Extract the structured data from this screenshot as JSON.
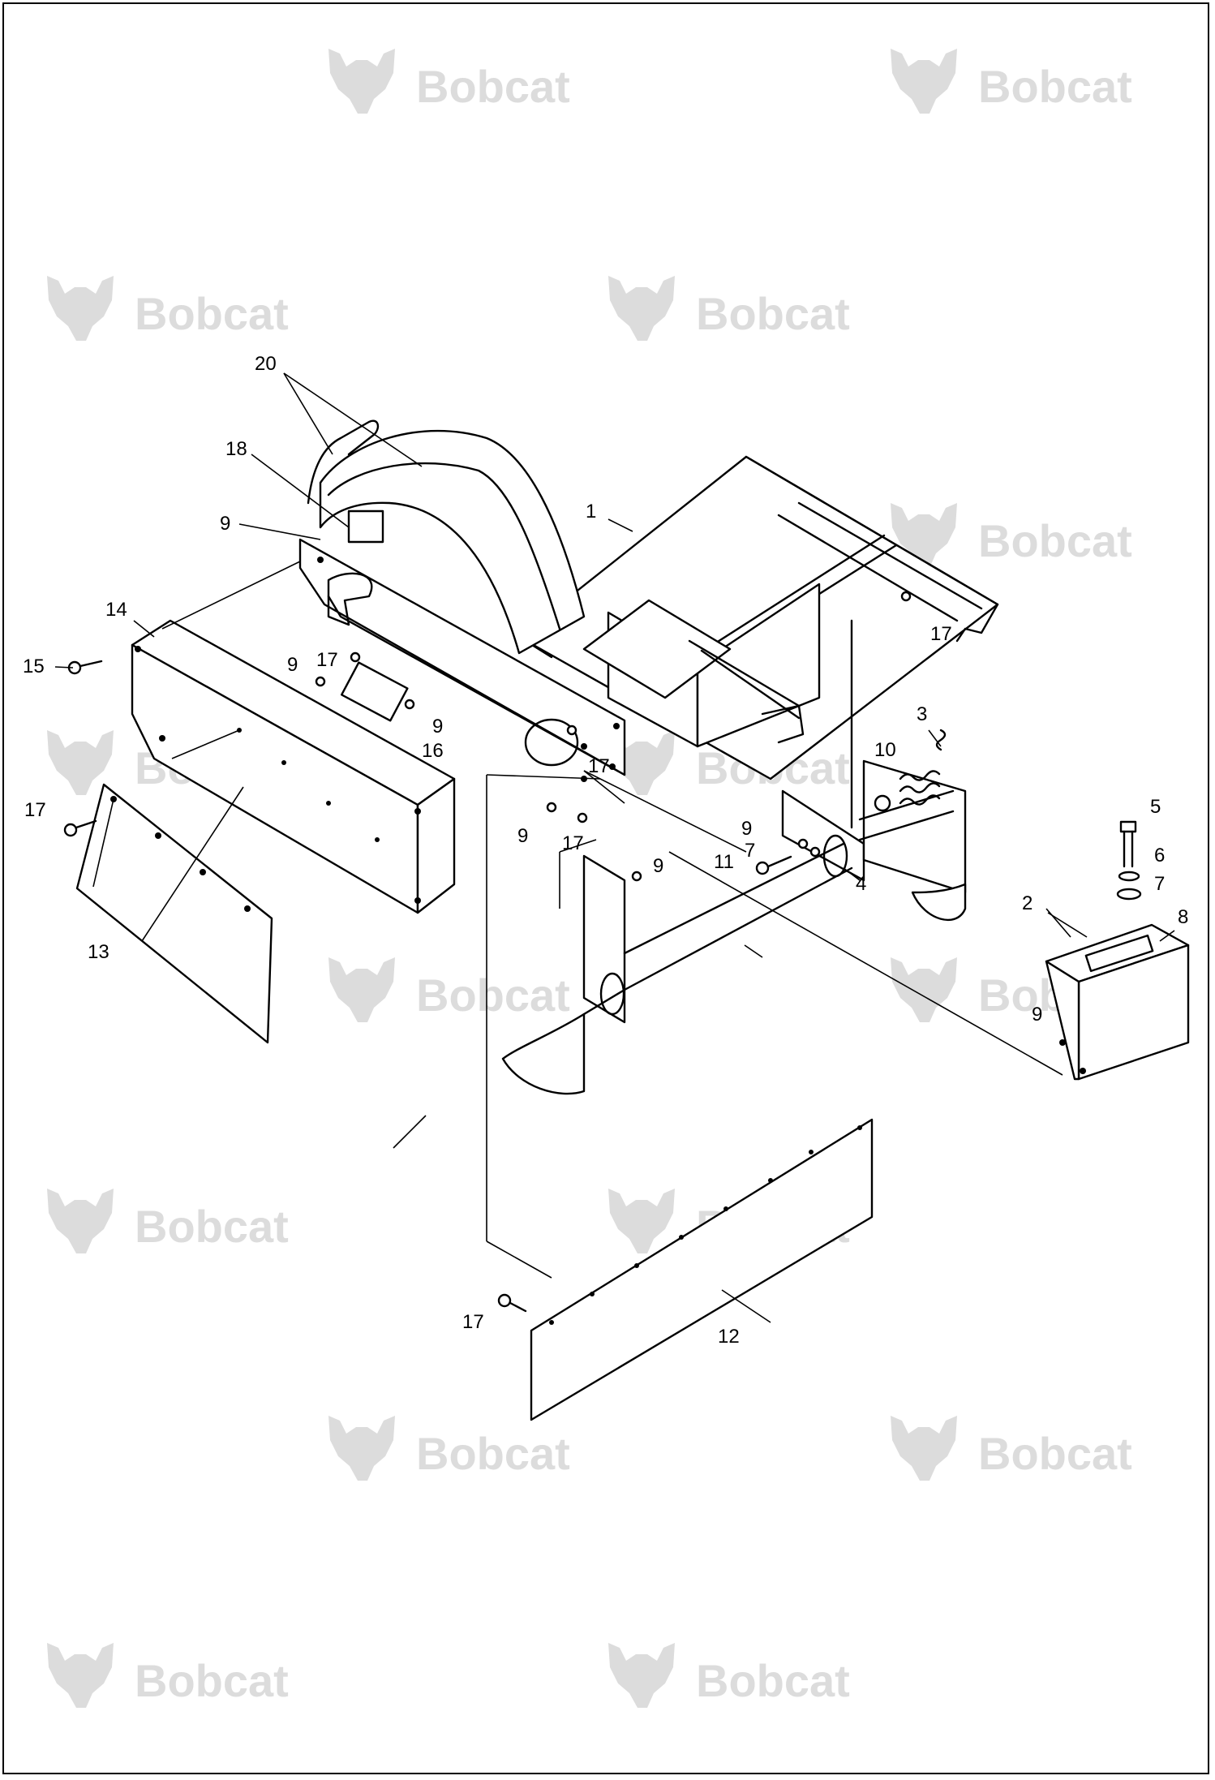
{
  "watermark": {
    "brand": "Bobcat",
    "color": "#dcdcdc",
    "icon": "bobcat-head-logo"
  },
  "callouts": [
    {
      "id": "c20",
      "label": "20"
    },
    {
      "id": "c18",
      "label": "18"
    },
    {
      "id": "c9a",
      "label": "9"
    },
    {
      "id": "c1",
      "label": "1"
    },
    {
      "id": "c14",
      "label": "14"
    },
    {
      "id": "c15",
      "label": "15"
    },
    {
      "id": "c9b",
      "label": "9"
    },
    {
      "id": "c17a",
      "label": "17"
    },
    {
      "id": "c9c",
      "label": "9"
    },
    {
      "id": "c16",
      "label": "16"
    },
    {
      "id": "c17b",
      "label": "17"
    },
    {
      "id": "c17c",
      "label": "17"
    },
    {
      "id": "c3",
      "label": "3"
    },
    {
      "id": "c10",
      "label": "10"
    },
    {
      "id": "c17d",
      "label": "17"
    },
    {
      "id": "c9d",
      "label": "9"
    },
    {
      "id": "c17e",
      "label": "17"
    },
    {
      "id": "c9e",
      "label": "9"
    },
    {
      "id": "c7a",
      "label": "7"
    },
    {
      "id": "c11",
      "label": "11"
    },
    {
      "id": "c4",
      "label": "4"
    },
    {
      "id": "c9f",
      "label": "9"
    },
    {
      "id": "c5",
      "label": "5"
    },
    {
      "id": "c6",
      "label": "6"
    },
    {
      "id": "c7b",
      "label": "7"
    },
    {
      "id": "c2",
      "label": "2"
    },
    {
      "id": "c8",
      "label": "8"
    },
    {
      "id": "c13",
      "label": "13"
    },
    {
      "id": "c9g",
      "label": "9"
    },
    {
      "id": "c17f",
      "label": "17"
    },
    {
      "id": "c12",
      "label": "12"
    }
  ]
}
